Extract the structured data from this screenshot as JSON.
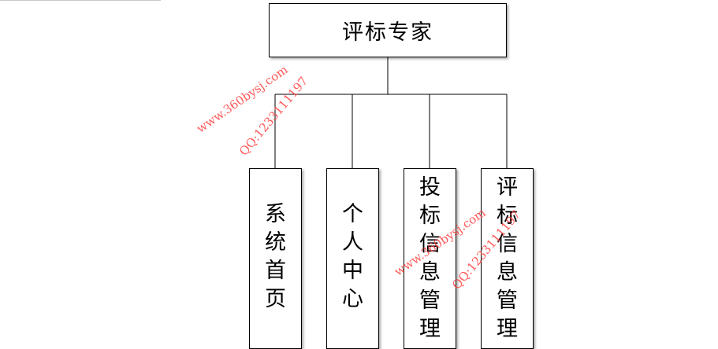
{
  "diagram": {
    "root": {
      "label": "评标专家"
    },
    "children": [
      {
        "label": "系统首页"
      },
      {
        "label": "个人中心"
      },
      {
        "label": "投标信息管理"
      },
      {
        "label": "评标信息管理"
      }
    ]
  },
  "watermarks": {
    "site": "www.360bysj.com",
    "qq": "QQ:1233111197"
  },
  "colors": {
    "line": "#000000",
    "watermark": "#ff3c3c"
  }
}
